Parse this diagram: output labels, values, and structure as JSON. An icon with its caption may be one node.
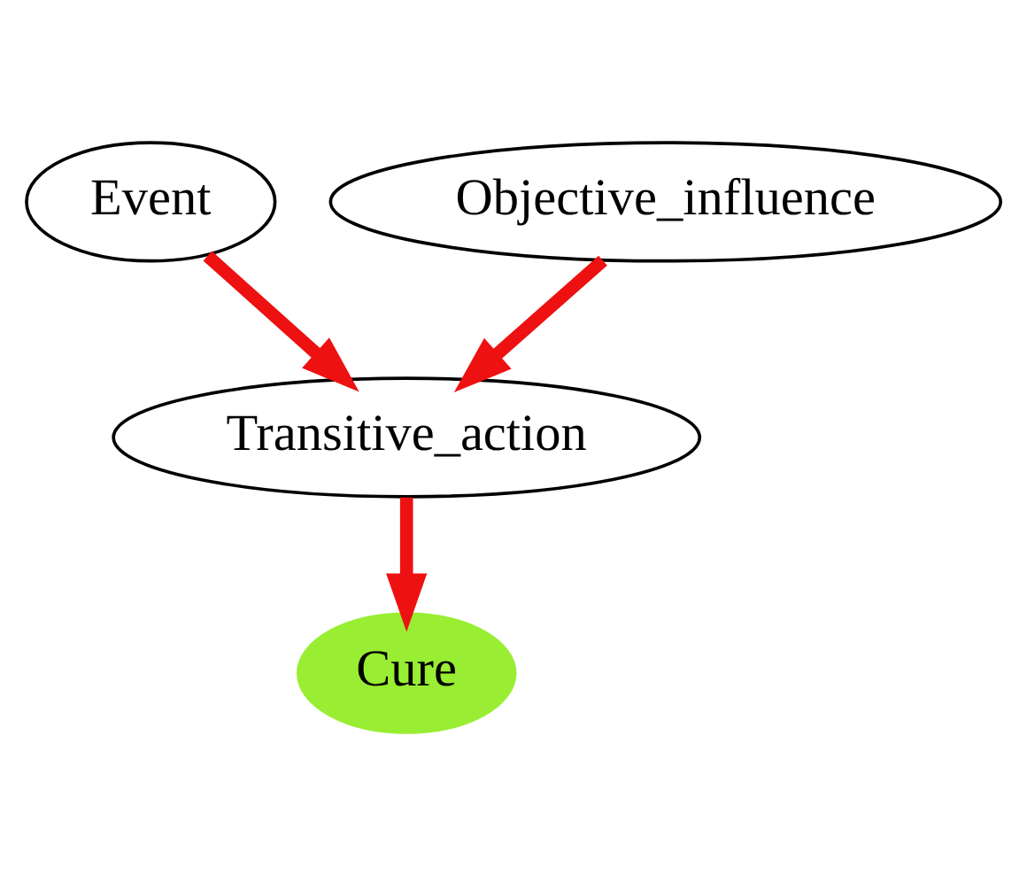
{
  "diagram": {
    "nodes": [
      {
        "text": [
          "Event"
        ]
      },
      {
        "text": [
          "Objective_influence"
        ]
      },
      {
        "text": [
          "Transitive_action"
        ]
      },
      {
        "text": [
          "Cure"
        ]
      }
    ],
    "edges": [
      {
        "from": 0,
        "to": 2,
        "arrow": "to"
      },
      {
        "from": 1,
        "to": 2,
        "arrow": "to"
      },
      {
        "from": 2,
        "to": 3,
        "arrow": "to"
      }
    ]
  }
}
